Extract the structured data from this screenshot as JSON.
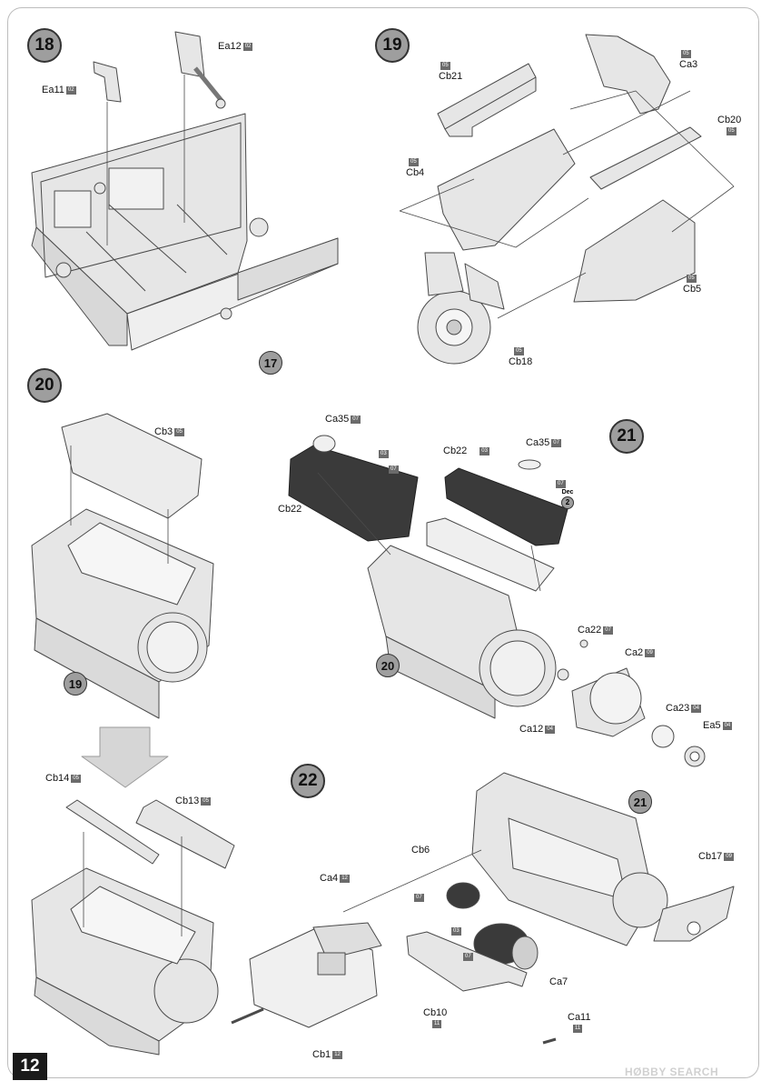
{
  "page": {
    "number": "12",
    "watermark": "HØBBY SEARCH"
  },
  "steps": {
    "s18": "18",
    "s19": "19",
    "s20": "20",
    "s21": "21",
    "s22": "22",
    "ref17": "17",
    "ref19": "19",
    "ref20": "20",
    "ref21": "21"
  },
  "decal": {
    "title": "Dec",
    "num": "2"
  },
  "labels": {
    "ea11": {
      "text": "Ea11",
      "code": "02"
    },
    "ea12": {
      "text": "Ea12",
      "code": "02"
    },
    "cb21": {
      "text": "Cb21",
      "code": "05"
    },
    "ca3": {
      "text": "Ca3",
      "code": "05"
    },
    "cb4": {
      "text": "Cb4",
      "code": "05"
    },
    "cb20": {
      "text": "Cb20",
      "code": "05"
    },
    "cb5": {
      "text": "Cb5",
      "code": "05"
    },
    "cb18": {
      "text": "Cb18",
      "code": "05"
    },
    "cb3": {
      "text": "Cb3",
      "code": "05"
    },
    "ca35a": {
      "text": "Ca35",
      "code": "07"
    },
    "cb22a": {
      "text": "Cb22"
    },
    "cb22b": {
      "text": "Cb22",
      "code": "03"
    },
    "ca35b": {
      "text": "Ca35",
      "code": "07"
    },
    "ca22": {
      "text": "Ca22",
      "code": "07"
    },
    "ca2": {
      "text": "Ca2",
      "code": "09"
    },
    "ca12": {
      "text": "Ca12",
      "code": "04"
    },
    "ca23": {
      "text": "Ca23",
      "code": "04"
    },
    "ea5": {
      "text": "Ea5",
      "code": "04"
    },
    "cb14": {
      "text": "Cb14",
      "code": "05"
    },
    "cb13": {
      "text": "Cb13",
      "code": "05"
    },
    "cb6": {
      "text": "Cb6"
    },
    "ca4": {
      "text": "Ca4",
      "code": "12"
    },
    "cb17": {
      "text": "Cb17",
      "code": "09"
    },
    "ca7": {
      "text": "Ca7"
    },
    "cb10": {
      "text": "Cb10",
      "code": "11"
    },
    "ca11": {
      "text": "Ca11",
      "code": "11"
    },
    "cb1": {
      "text": "Cb1",
      "code": "12"
    }
  },
  "code_tags": {
    "b1": "03",
    "b2": "07",
    "b3": "07",
    "b4": "07",
    "b5": "03",
    "b6": "07"
  },
  "colors": {
    "part_fill": "#e6e6e6",
    "part_stroke": "#4a4a4a",
    "step_fill": "#9e9e9e",
    "badge": "#6b6b6b"
  }
}
